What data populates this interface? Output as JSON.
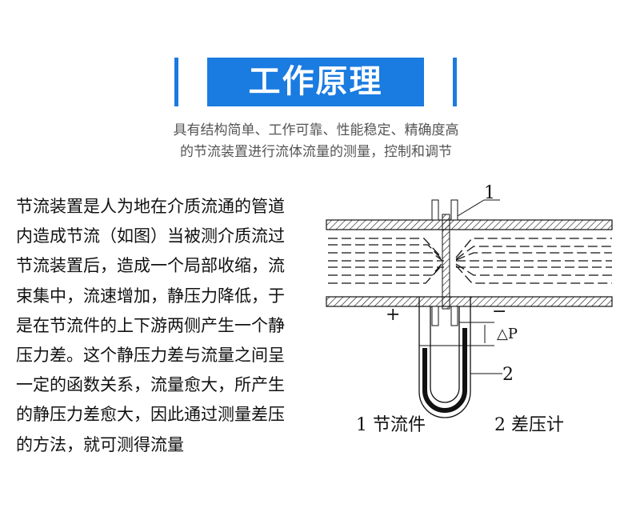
{
  "header": {
    "title": "工作原理",
    "subtitle_lines": [
      "具有结构简单、工作可靠、性能稳定、精确度高",
      "的节流装置进行流体流量的测量，控制和调节"
    ]
  },
  "description_lines": [
    "节流装置是人为地在介质流通的管道",
    "内造成节流（如图）当被测介质流过",
    "节流装置后，造成一个局部收缩，流",
    "束集中，流速增加，静压力降低，于",
    "是在节流件的上下游两侧产生一个静",
    "压力差。这个静压力差与流量之间呈",
    "一定的函数关系，流量愈大，所产生",
    "的静压力差愈大，因此通过测量差压",
    "的方法，就可测得流量"
  ],
  "diagram": {
    "label_1": "1",
    "label_2": "2",
    "plus": "+",
    "minus": "−",
    "delta_p": "△P",
    "caption_1": "1  节流件",
    "caption_2": "2  差压计"
  },
  "colors": {
    "accent": "#1a7be0"
  }
}
